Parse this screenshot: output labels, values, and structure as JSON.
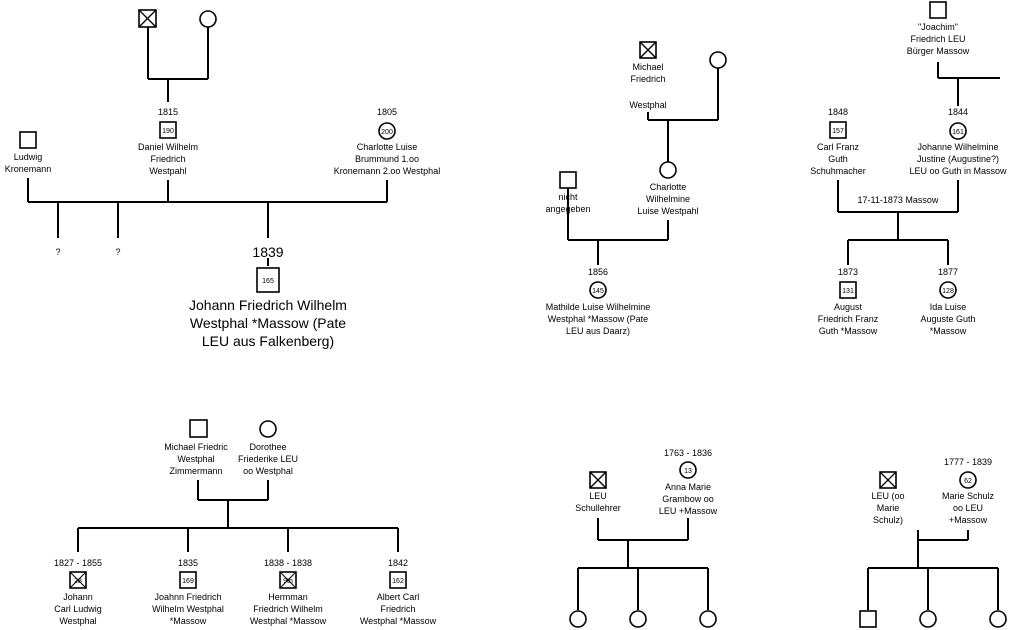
{
  "trees": {
    "t1": {
      "father_year": "1815",
      "father_id": "190",
      "father_name": [
        "Daniel  Wilhelm",
        "Friedrich",
        "Westpahl"
      ],
      "mother_year": "1805",
      "mother_id": "200",
      "mother_name": [
        "Charlotte Luise",
        "Brummund 1.oo",
        "Kronemann 2.oo Westphal"
      ],
      "first_husband_name": [
        "Ludwig",
        "Kronemann"
      ],
      "unknown_child_1": "?",
      "unknown_child_2": "?",
      "child_year": "1839",
      "child_id": "165",
      "child_name": [
        "Johann Friedrich Wilhelm",
        "Westphal *Massow (Pate",
        "LEU aus Falkenberg)"
      ]
    },
    "t2": {
      "grandfather_name": [
        "Michael",
        "Friedrich",
        "",
        "Westphal"
      ],
      "father_name": [
        "nicht",
        "angegeben"
      ],
      "mother_name": [
        "Charlotte",
        "Wilhelmine",
        "Luise Westpahl"
      ],
      "child_year": "1856",
      "child_id": "145",
      "child_name": [
        "Mathilde Luise Wilhelmine",
        "Westphal *Massow (Pate",
        "LEU aus Daarz)"
      ]
    },
    "t3": {
      "grandfather_name": [
        "\"Joachim\"",
        "Friedrich  LEU",
        "Bürger Massow"
      ],
      "father_year": "1848",
      "father_id": "157",
      "father_name": [
        "Carl Franz",
        "Guth",
        "Schuhmacher"
      ],
      "mother_year": "1844",
      "mother_id": "161",
      "mother_name": [
        "Johanne Wilhelmine",
        "Justine (Augustine?)",
        "LEU oo Guth in Massow"
      ],
      "marriage": "17-11-1873 Massow",
      "child1_year": "1873",
      "child1_id": "131",
      "child1_name": [
        "August",
        "Friedrich Franz",
        "Guth *Massow"
      ],
      "child2_year": "1877",
      "child2_id": "128",
      "child2_name": [
        "Ida Luise",
        "Auguste Guth",
        "*Massow"
      ]
    },
    "t4": {
      "father_name": [
        "Michael Friedric",
        "Westphal",
        "Zimmermann"
      ],
      "mother_name": [
        "Dorothee",
        "Friederike LEU",
        "oo Westphal"
      ],
      "child1_year": "1827 - 1855",
      "child1_id": "28",
      "child1_name": [
        "Johann",
        "Carl Ludwig",
        "Westphal"
      ],
      "child2_year": "1835",
      "child2_id": "169",
      "child2_name": [
        "Joahnn Friedrich",
        "Wilhelm Westphal",
        "*Massow"
      ],
      "child3_year": "1838 - 1838",
      "child3_id": "9th",
      "child3_name": [
        "Hermman",
        "Friedrich Wilhelm",
        "Westphal *Massow"
      ],
      "child4_year": "1842",
      "child4_id": "162",
      "child4_name": [
        "Albert Carl",
        "Friedrich",
        "Westphal *Massow"
      ]
    },
    "t5": {
      "father_name": [
        "LEU",
        "Schullehrer"
      ],
      "mother_year": "1763 - 1836",
      "mother_id": "13",
      "mother_name": [
        "Anna Marie",
        "Grambow oo",
        "LEU +Massow"
      ]
    },
    "t6": {
      "father_name": [
        "LEU (oo",
        "Marie",
        "Schulz)"
      ],
      "mother_year": "1777 - 1839",
      "mother_id": "62",
      "mother_name": [
        "Marie Schulz",
        "oo LEU",
        "+Massow"
      ]
    }
  }
}
